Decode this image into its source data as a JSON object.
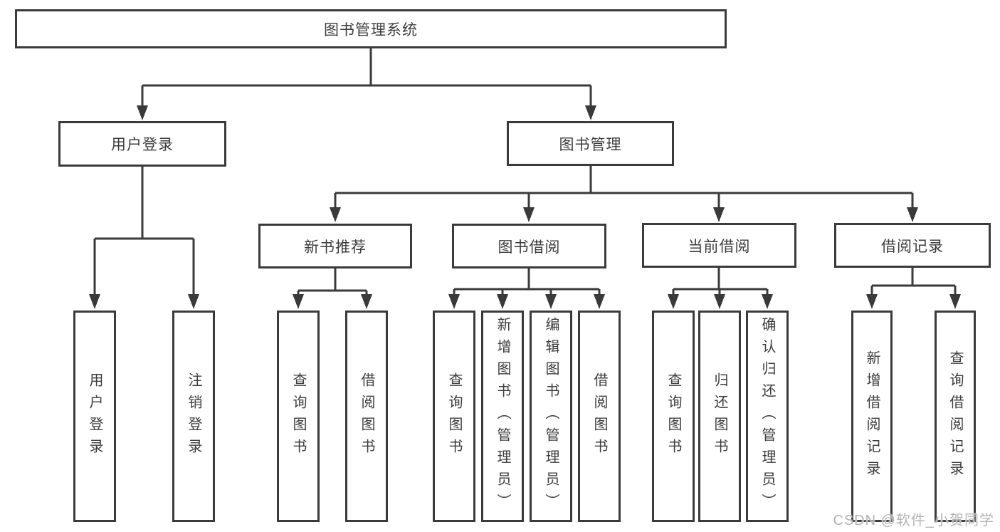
{
  "tree": {
    "label": "图书管理系统",
    "children": [
      {
        "label": "用户登录",
        "children": [
          {
            "label": "用户登录"
          },
          {
            "label": "注销登录"
          }
        ]
      },
      {
        "label": "图书管理",
        "children": [
          {
            "label": "新书推荐",
            "children": [
              {
                "label": "查询图书"
              },
              {
                "label": "借阅图书"
              }
            ]
          },
          {
            "label": "图书借阅",
            "children": [
              {
                "label": "查询图书"
              },
              {
                "label": "新增图书（管理员）"
              },
              {
                "label": "编辑图书（管理员）"
              },
              {
                "label": "借阅图书"
              }
            ]
          },
          {
            "label": "当前借阅",
            "children": [
              {
                "label": "查询图书"
              },
              {
                "label": "归还图书"
              },
              {
                "label": "确认归还（管理员）"
              }
            ]
          },
          {
            "label": "借阅记录",
            "children": [
              {
                "label": "新增借阅记录"
              },
              {
                "label": "查询借阅记录"
              }
            ]
          }
        ]
      }
    ]
  },
  "watermark": "CSDN @软件_小贺同学",
  "colors": {
    "line": "#3a3a3a",
    "box_border": "#3a3a3a",
    "text": "#3d3d3d",
    "background": "#ffffff",
    "watermark": "#b3b3b3"
  }
}
